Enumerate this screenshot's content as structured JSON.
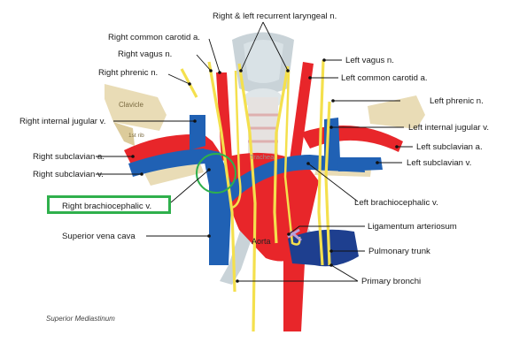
{
  "labels": {
    "recurrent_laryngeal": "Right & left recurrent laryngeal n.",
    "right_common_carotid": "Right common carotid a.",
    "right_vagus": "Right vagus n.",
    "right_phrenic": "Right phrenic n.",
    "right_internal_jugular": "Right internal jugular v.",
    "right_subclavian_a": "Right subclavian a.",
    "right_subclavian_v": "Right subclavian v.",
    "right_brachiocephalic": "Right brachiocephalic v.",
    "superior_vena_cava": "Superior vena cava",
    "left_vagus": "Left vagus n.",
    "left_common_carotid": "Left common carotid a.",
    "left_phrenic": "Left phrenic n.",
    "left_internal_jugular": "Left internal jugular v.",
    "left_subclavian_a": "Left subclavian a.",
    "left_subclavian_v": "Left subclavian v.",
    "left_brachiocephalic": "Left brachiocephalic v.",
    "ligamentum_arteriosum": "Ligamentum arteriosum",
    "pulmonary_trunk": "Pulmonary trunk",
    "primary_bronchi": "Primary bronchi"
  },
  "inner_labels": {
    "clavicle": "Clavicle",
    "first_rib": "1st rib",
    "trachea": "Trachea",
    "aorta": "Aorta"
  },
  "caption": "Superior Mediastinum",
  "colors": {
    "artery": "#e8262a",
    "vein": "#2061b4",
    "nerve": "#f4e04d",
    "bone": "#e9dcb6",
    "cartilage": "#d3dde2",
    "highlight": "#2fb04c"
  }
}
